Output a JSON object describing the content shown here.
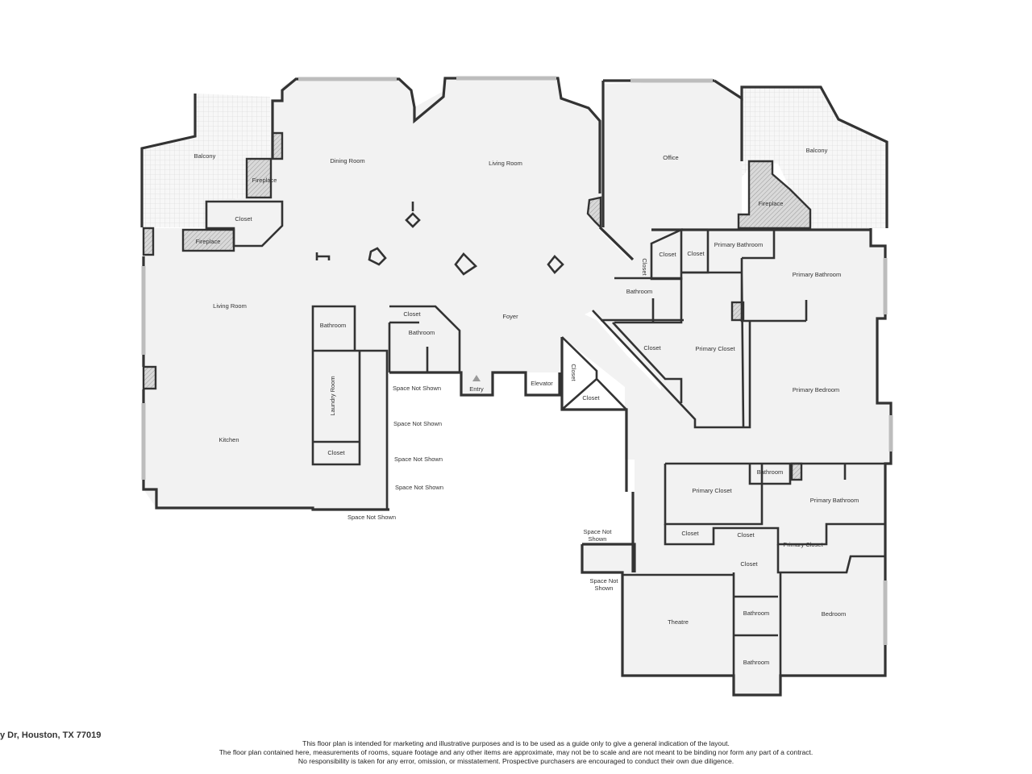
{
  "address": "y Dr, Houston, TX 77019",
  "disclaimer": [
    "This floor plan is intended for marketing and illustrative purposes and is to be used as a guide only to give a general indication of the layout.",
    "The floor plan contained here, measurements of rooms, square footage and any other items are approximate, may not be to scale and are not meant to be binding nor form any part of a contract.",
    "No responsibility is taken for any error, omission, or misstatement. Prospective purchasers are encouraged to conduct their own due diligence."
  ],
  "rooms": {
    "balcony_left": "Balcony",
    "fireplace_left_upper": "Fireplace",
    "closet_left": "Closet",
    "fireplace_left_lower": "Fireplace",
    "dining_room": "Dining Room",
    "living_room_center": "Living Room",
    "living_room_left": "Living Room",
    "office": "Office",
    "balcony_right": "Balcony",
    "fireplace_right": "Fireplace",
    "closet_a": "Closet",
    "closet_b": "Closet",
    "closet_vertical": "Closet",
    "primary_bathroom_small": "Primary Bathroom",
    "primary_bathroom_right": "Primary Bathroom",
    "bathroom_mid": "Bathroom",
    "closet_diag": "Closet",
    "primary_closet_upper": "Primary Closet",
    "primary_bedroom": "Primary Bedroom",
    "foyer": "Foyer",
    "closet_foyer": "Closet",
    "bathroom_foyer": "Bathroom",
    "bathroom_laundry": "Bathroom",
    "laundry_room": "Laundry Room",
    "closet_laundry": "Closet",
    "kitchen": "Kitchen",
    "entry": "Entry",
    "elevator": "Elevator",
    "closet_elev_v": "Closet",
    "closet_elev": "Closet",
    "sns_1": "Space Not Shown",
    "sns_2": "Space Not Shown",
    "sns_3": "Space Not Shown",
    "sns_4": "Space Not Shown",
    "sns_5": "Space Not Shown",
    "sns_6a": "Space Not",
    "sns_6b": "Shown",
    "sns_7a": "Space Not",
    "sns_7b": "Shown",
    "bathroom_small_lower": "Bathroom",
    "primary_closet_lower": "Primary Closet",
    "primary_bathroom_lower": "Primary Bathroom",
    "closet_l1": "Closet",
    "closet_l2": "Closet",
    "primary_closet_small": "Primary Closet",
    "closet_l3": "Closet",
    "theatre": "Theatre",
    "bathroom_l1": "Bathroom",
    "bathroom_l2": "Bathroom",
    "bedroom": "Bedroom"
  }
}
